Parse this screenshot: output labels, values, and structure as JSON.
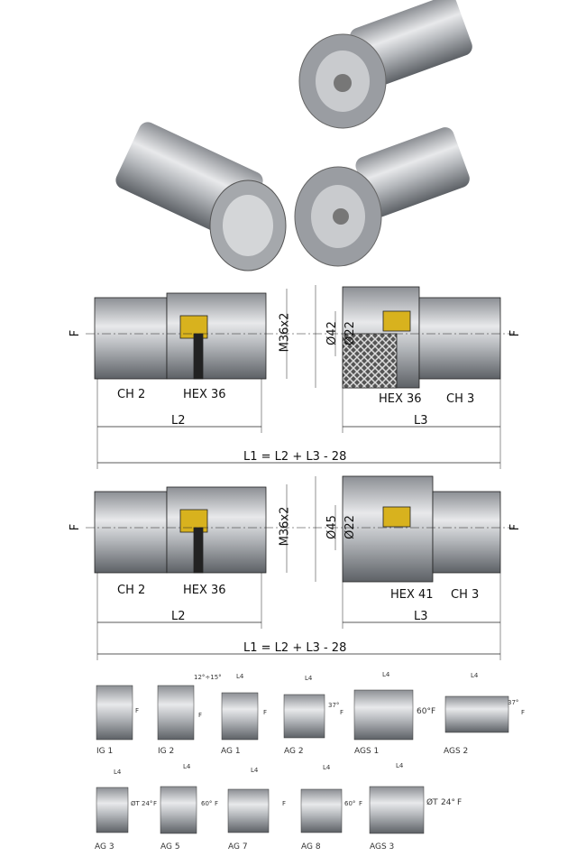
{
  "photo": {
    "caption_items": [
      "coupling-male-female-pair"
    ]
  },
  "drawing_1": {
    "left_F": "F",
    "thread": "M36x2",
    "outer_dia": "Ø42",
    "inner_dia": "Ø22",
    "right_F": "F",
    "ch_left": "CH 2",
    "hex_left": "HEX 36",
    "hex_right": "HEX 36",
    "ch_right": "CH 3",
    "L2": "L2",
    "L3": "L3",
    "L1": "L1 = L2 + L3 - 28"
  },
  "drawing_2": {
    "left_F": "F",
    "thread": "M36x2",
    "outer_dia": "Ø45",
    "inner_dia": "Ø22",
    "right_F": "F",
    "ch_left": "CH 2",
    "hex_left": "HEX 36",
    "hex_right": "HEX 41",
    "ch_right": "CH 3",
    "L2": "L2",
    "L3": "L3",
    "L1": "L1 = L2 + L3 - 28"
  },
  "ends_row1": [
    {
      "name": "IG 1",
      "dims": [
        "F"
      ]
    },
    {
      "name": "IG 2",
      "dims": [
        "12°÷15°",
        "F"
      ]
    },
    {
      "name": "AG 1",
      "dims": [
        "L4",
        "F"
      ]
    },
    {
      "name": "AG 2",
      "dims": [
        "L4",
        "37°",
        "F"
      ]
    },
    {
      "name": "AGS 1",
      "dims": [
        "L4",
        "60°",
        "F"
      ]
    },
    {
      "name": "AGS 2",
      "dims": [
        "L4",
        "37°",
        "F"
      ]
    }
  ],
  "ends_row2": [
    {
      "name": "AG 3",
      "dims": [
        "L4",
        "ØT",
        "24°",
        "F"
      ]
    },
    {
      "name": "AG 5",
      "dims": [
        "L4",
        "60°",
        "F"
      ]
    },
    {
      "name": "AG 7",
      "dims": [
        "L4",
        "F"
      ]
    },
    {
      "name": "AG 8",
      "dims": [
        "L4",
        "60°",
        "F"
      ]
    },
    {
      "name": "AGS 3",
      "dims": [
        "L4",
        "ØT",
        "24°",
        "F"
      ]
    }
  ]
}
